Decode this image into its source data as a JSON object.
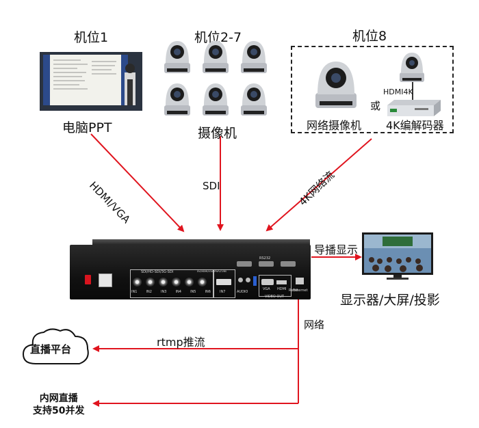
{
  "sources": {
    "pos1_title": "机位1",
    "pos1_label": "电脑PPT",
    "pos27_title": "机位2-7",
    "pos27_label": "摄像机",
    "pos8_title": "机位8",
    "pos8_cam_label": "网络摄像机",
    "pos8_or": "或",
    "pos8_hdmi": "HDMI4K",
    "pos8_codec_label": "4K编解码器"
  },
  "links": {
    "hdmi_vga": "HDMI/VGA",
    "sdi": "SDI",
    "net4k": "4K网络流",
    "preview": "导播显示",
    "network": "网络",
    "rtmp": "rtmp推流"
  },
  "outputs": {
    "display_label": "显示器/大屏/投影",
    "platform": "直播平台",
    "lan_line1": "内网直播",
    "lan_line2": "支持50并发"
  },
  "device": {
    "rs232": "RS232",
    "sdi_header": "SDI/HD-SDI/3G-SDI",
    "dvi_header": "DVI/HDMI/VGA/YPbPr/CVBS",
    "ports": [
      "IN1",
      "IN2",
      "IN3",
      "IN4",
      "IN5",
      "IN6"
    ],
    "in7": "IN7",
    "vga": "VGA",
    "hdmi": "HDMI",
    "video_out": "VIDEO OUT",
    "audio": "AUDIO",
    "ethernet": "Ethernet",
    "reset": "Reset"
  },
  "colors": {
    "arrow": "#e0141e",
    "text": "#111111"
  }
}
